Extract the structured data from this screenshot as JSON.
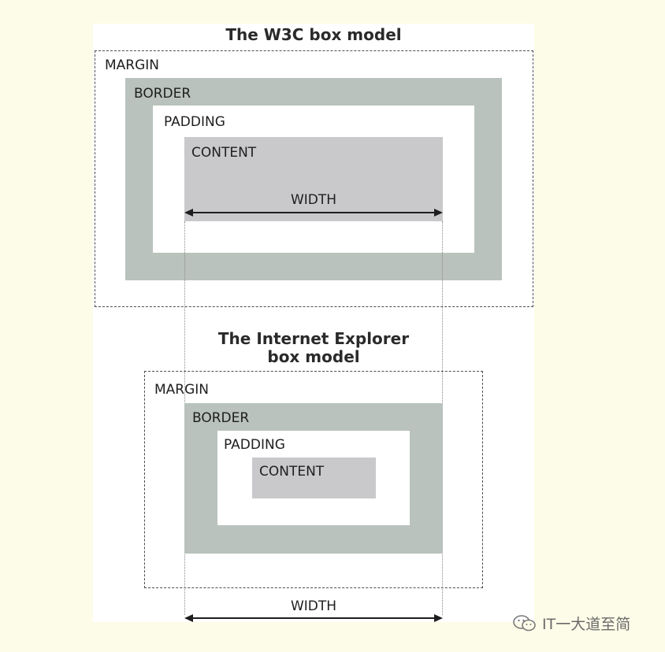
{
  "w3c": {
    "title": "The W3C box model",
    "margin_label": "MARGIN",
    "border_label": "BORDER",
    "padding_label": "PADDING",
    "content_label": "CONTENT",
    "width_label": "WIDTH"
  },
  "ie": {
    "title_line1": "The Internet Explorer",
    "title_line2": "box model",
    "margin_label": "MARGIN",
    "border_label": "BORDER",
    "padding_label": "PADDING",
    "content_label": "CONTENT",
    "width_label": "WIDTH"
  },
  "watermark": {
    "text": "IT一大道至简",
    "icon": "wechat-icon"
  },
  "colors": {
    "background": "#fdfce8",
    "border_fill": "#b9c2bc",
    "content_fill": "#c9c9cc"
  }
}
